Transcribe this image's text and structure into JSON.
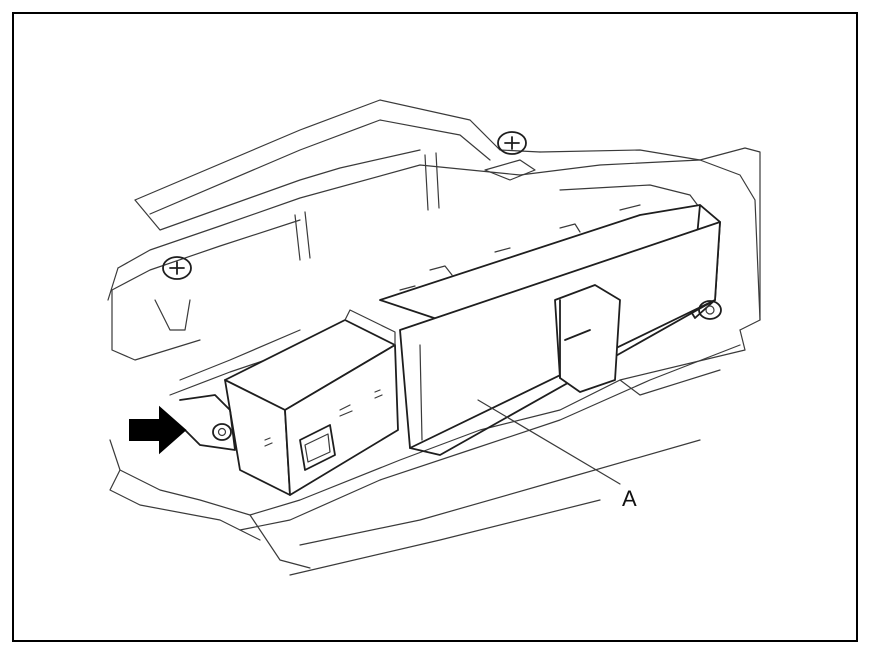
{
  "diagram": {
    "callouts": [
      {
        "id": "A",
        "label": "A"
      }
    ],
    "arrow": {
      "direction": "right",
      "color": "#000000"
    },
    "frame_color": "#000000",
    "line_color": "#1e1e1e"
  }
}
